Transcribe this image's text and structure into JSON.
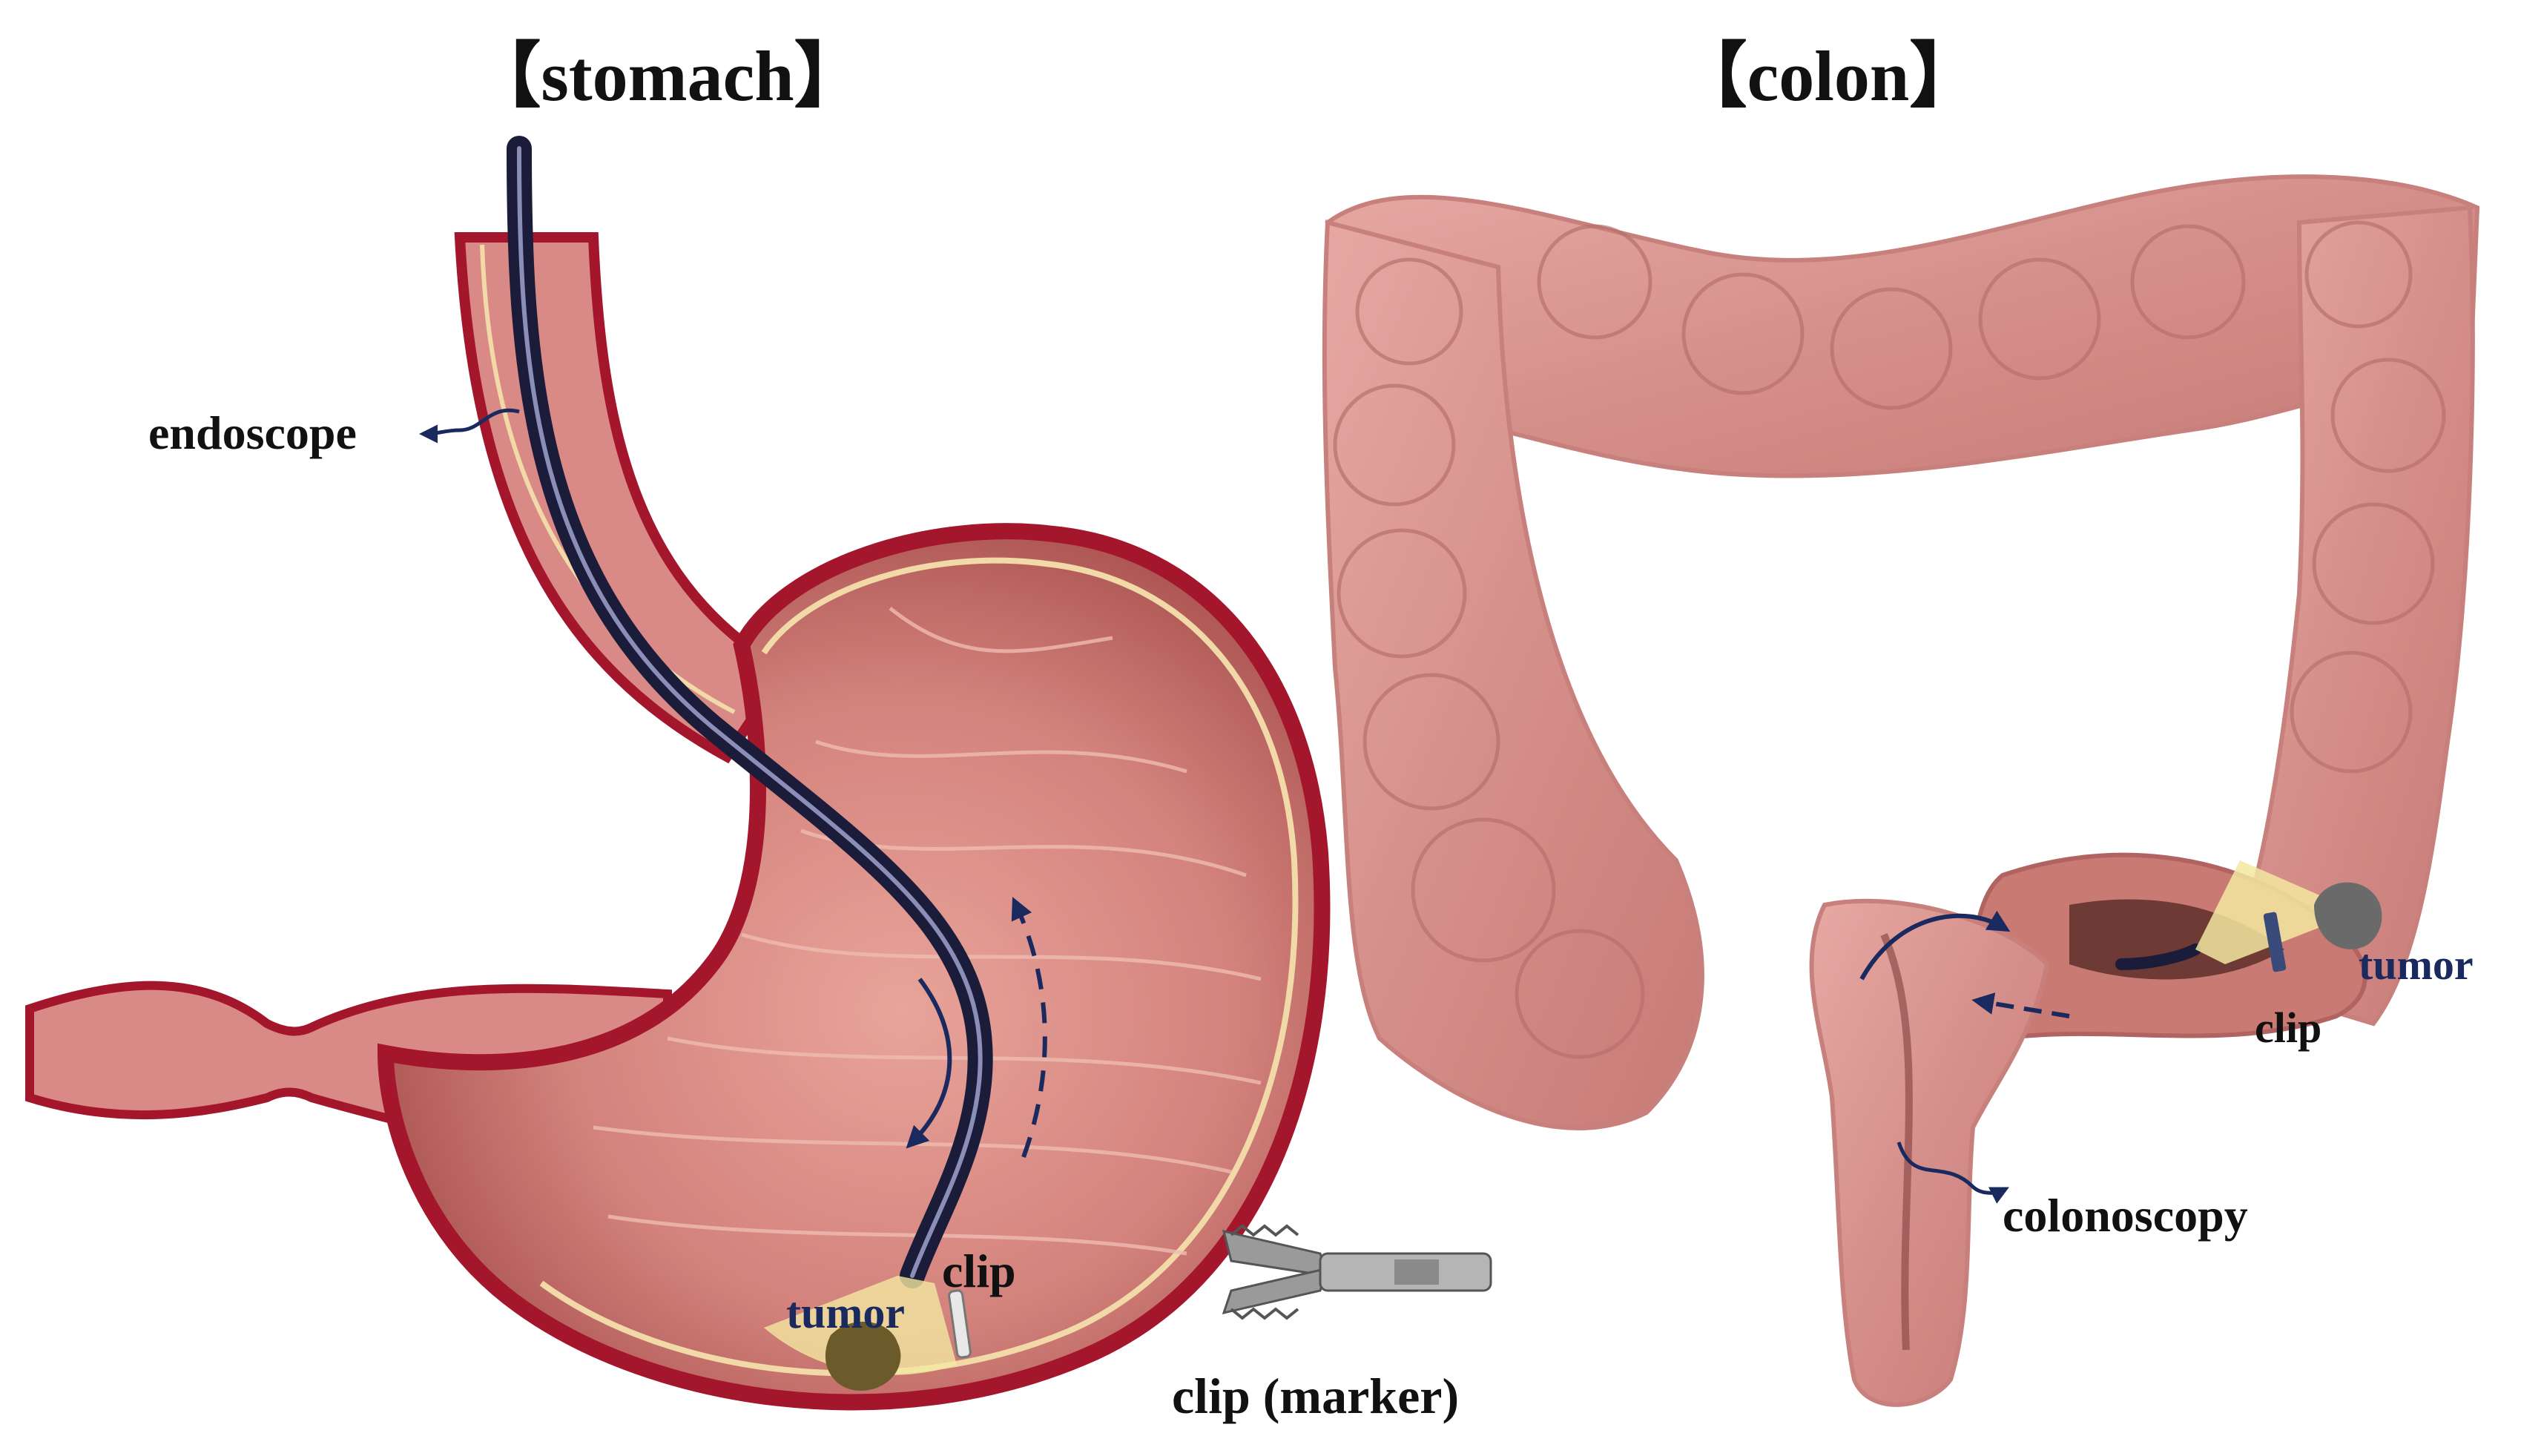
{
  "titles": {
    "stomach": "【stomach】",
    "colon": "【colon】"
  },
  "labels": {
    "endoscope": "endoscope",
    "stomach_clip": "clip",
    "stomach_tumor": "tumor",
    "clip_marker": "clip (marker)",
    "colon_tumor": "tumor",
    "colon_clip": "clip",
    "colonoscopy": "colonoscopy"
  },
  "colors": {
    "tissue": "#d98a86",
    "tissue_dark": "#b85c5b",
    "wall": "#a3162b",
    "wall_inner": "#f2d9a8",
    "scope": "#1b1c3a",
    "arrow": "#1a2a5e",
    "label_dark": "#111111",
    "label_tumor": "#1a2a5e",
    "tumor": "#6b5a2a",
    "light": "#f3e7a0"
  }
}
